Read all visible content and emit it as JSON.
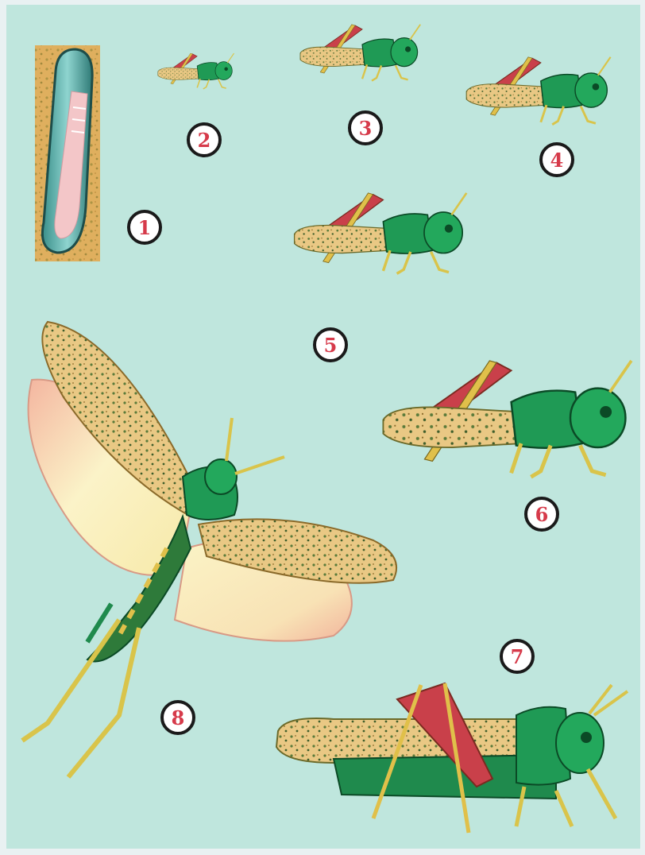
{
  "figure": {
    "background_color": "#bfe6dd",
    "border_color": "#e9f1f2",
    "label_color": "#d63a4a",
    "label_ring_color": "#1a1a1a",
    "stages": [
      {
        "id": 1,
        "label": "1",
        "kind": "egg-pod"
      },
      {
        "id": 2,
        "label": "2",
        "kind": "nymph"
      },
      {
        "id": 3,
        "label": "3",
        "kind": "nymph"
      },
      {
        "id": 4,
        "label": "4",
        "kind": "nymph"
      },
      {
        "id": 5,
        "label": "5",
        "kind": "nymph"
      },
      {
        "id": 6,
        "label": "6",
        "kind": "nymph"
      },
      {
        "id": 7,
        "label": "7",
        "kind": "adult"
      },
      {
        "id": 8,
        "label": "8",
        "kind": "adult-flying"
      }
    ]
  }
}
